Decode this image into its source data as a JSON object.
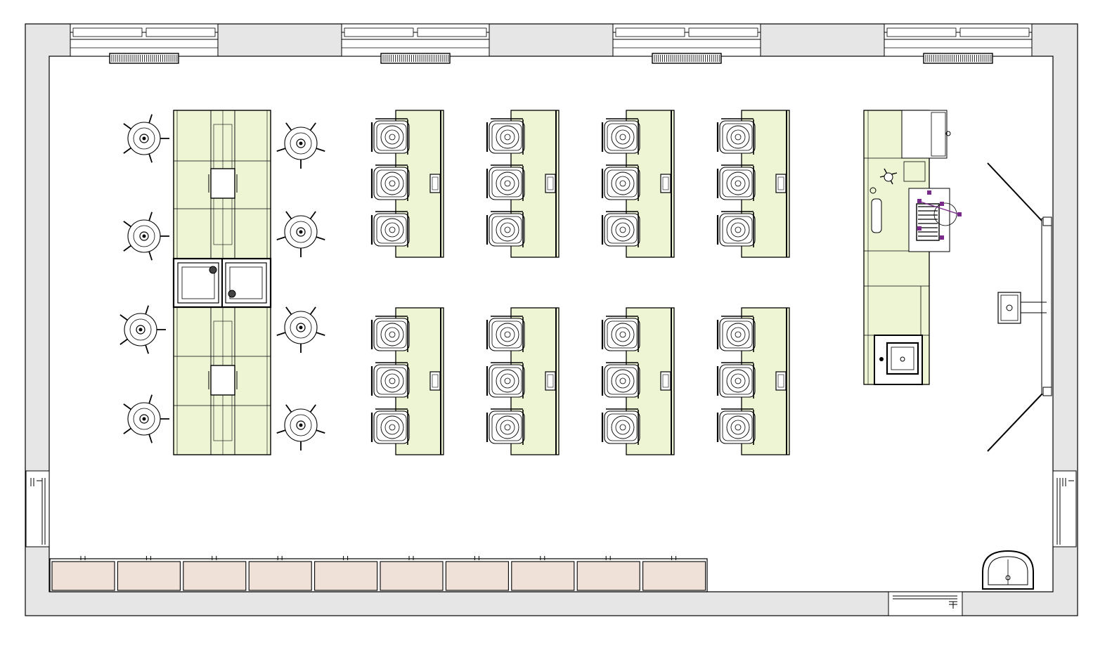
{
  "plan": {
    "colors": {
      "wall": "#e6e6e6",
      "line": "#000000",
      "bench": "#eef5d5",
      "cabinet": "#efe1d8",
      "floor": "#ffffff",
      "accent": "#7a2a8a"
    },
    "icons": {
      "stool": "stool-icon",
      "chair": "chair-icon",
      "sink": "sink-icon",
      "radiator": "radiator-icon",
      "window": "window-icon",
      "door": "door-icon",
      "microscope": "microscope-icon"
    },
    "counts": {
      "windows": 4,
      "radiators": 4,
      "stools": 8,
      "student_desks": 8,
      "chairs_per_desk": 3,
      "wall_cabinets": 10
    }
  }
}
